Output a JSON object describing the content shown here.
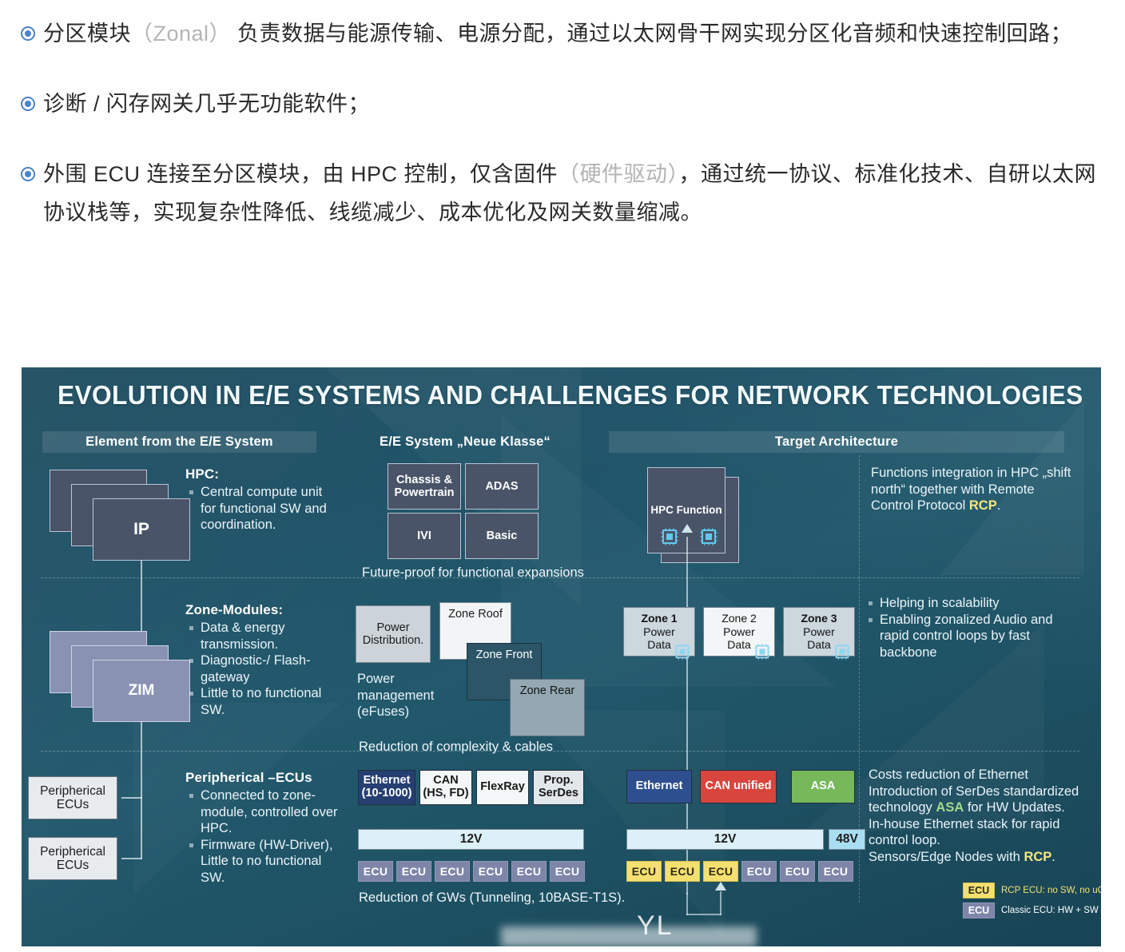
{
  "article": {
    "paragraphs": [
      {
        "segments": [
          {
            "text": "分区模块",
            "style": "normal"
          },
          {
            "text": "（Zonal）",
            "style": "dim"
          },
          {
            "text": " 负责数据与能源传输、电源分配，通过以太网骨干网实现分区化音频和快速控制回路；",
            "style": "normal"
          }
        ]
      },
      {
        "segments": [
          {
            "text": "诊断 / 闪存网关几乎无功能软件；",
            "style": "normal"
          }
        ]
      },
      {
        "segments": [
          {
            "text": "外围 ECU 连接至分区模块，由 HPC 控制，仅含固件",
            "style": "normal"
          },
          {
            "text": "（硬件驱动）",
            "style": "dim"
          },
          {
            "text": "，通过统一协议、标准化技术、自研以太网协议栈等，实现复杂性降低、线缆减少、成本优化及网关数量缩减。",
            "style": "normal"
          }
        ]
      }
    ]
  },
  "diagram": {
    "title": "EVOLUTION IN E/E SYSTEMS AND CHALLENGES FOR NETWORK TECHNOLOGIES",
    "watermark": "YL",
    "column_headers": [
      "Element from the E/E System",
      "E/E System  „Neue Klasse“",
      "Target Architecture"
    ],
    "left_column": {
      "hpc": {
        "card_label": "IP",
        "heading": "HPC:",
        "bullets": [
          "Central compute unit for functional SW and coordination."
        ]
      },
      "zone_modules": {
        "card_label": "ZIM",
        "heading": "Zone-Modules:",
        "bullets": [
          "Data & energy transmission.",
          "Diagnostic-/ Flash-gateway",
          "Little to no functional SW."
        ]
      },
      "peripherals": {
        "card_labels": [
          "Peripherical ECUs",
          "Peripherical ECUs"
        ],
        "heading": "Peripherical –ECUs",
        "bullets": [
          "Connected to zone-module, controlled over HPC.",
          "Firmware (HW-Driver), Little to no functional SW."
        ]
      }
    },
    "middle_column": {
      "function_blocks": [
        "Chassis & Powertrain",
        "ADAS",
        "IVI",
        "Basic"
      ],
      "function_caption": "Future-proof for functional expansions",
      "power_distribution_label": "Power Distribution.",
      "zone_boxes": [
        "Zone Roof",
        "Zone Front",
        "Zone Rear"
      ],
      "power_management_lines": [
        "Power",
        "management",
        "(eFuses)"
      ],
      "zone_caption": "Reduction of complexity & cables",
      "protocols": [
        "Ethernet (10-1000)",
        "CAN (HS, FD)",
        "FlexRay",
        "Prop. SerDes"
      ],
      "bus_label": "12V",
      "ecus": [
        "ECU",
        "ECU",
        "ECU",
        "ECU",
        "ECU",
        "ECU"
      ],
      "bottom_caption": "Reduction of GWs (Tunneling, 10BASE-T1S)."
    },
    "right_column": {
      "hpc_function_label": "HPC Function",
      "hpc_note": {
        "prefix": "Functions integration in HPC „shift north“ together with Remote Control Protocol ",
        "highlight": "RCP",
        "suffix": "."
      },
      "zones": [
        {
          "name": "Zone 1",
          "line2": "Power",
          "line3": "Data"
        },
        {
          "name": "Zone 2",
          "line2": "Power",
          "line3": "Data"
        },
        {
          "name": "Zone 3",
          "line2": "Power",
          "line3": "Data"
        }
      ],
      "zone_notes": [
        "Helping in scalability",
        "Enabling zonalized Audio and rapid control loops by fast backbone"
      ],
      "protocols": [
        {
          "label": "Ethernet",
          "color": "#2e4f8f"
        },
        {
          "label": "CAN unified",
          "color": "#d8453d"
        },
        {
          "label": "ASA",
          "color": "#76b85a"
        }
      ],
      "bus_labels": [
        "12V",
        "48V"
      ],
      "ecus": [
        {
          "label": "ECU",
          "kind": "rcp"
        },
        {
          "label": "ECU",
          "kind": "rcp"
        },
        {
          "label": "ECU",
          "kind": "rcp"
        },
        {
          "label": "ECU",
          "kind": "classic"
        },
        {
          "label": "ECU",
          "kind": "classic"
        },
        {
          "label": "ECU",
          "kind": "classic"
        }
      ],
      "bottom_notes": {
        "line1": "Costs reduction of Ethernet",
        "line2": "Introduction of SerDes standardized technology ",
        "asa": "ASA",
        "line2b": " for HW Updates.",
        "line3": "In-house Ethernet stack for rapid control loop.",
        "line4a": "Sensors/Edge Nodes with ",
        "rcp": "RCP",
        "line4b": "."
      },
      "legend": [
        {
          "chip": "ECU",
          "text": "RCP ECU: no SW, no uC",
          "kind": "rcp"
        },
        {
          "chip": "ECU",
          "text": "Classic ECU: HW + SW",
          "kind": "classic"
        }
      ]
    }
  }
}
